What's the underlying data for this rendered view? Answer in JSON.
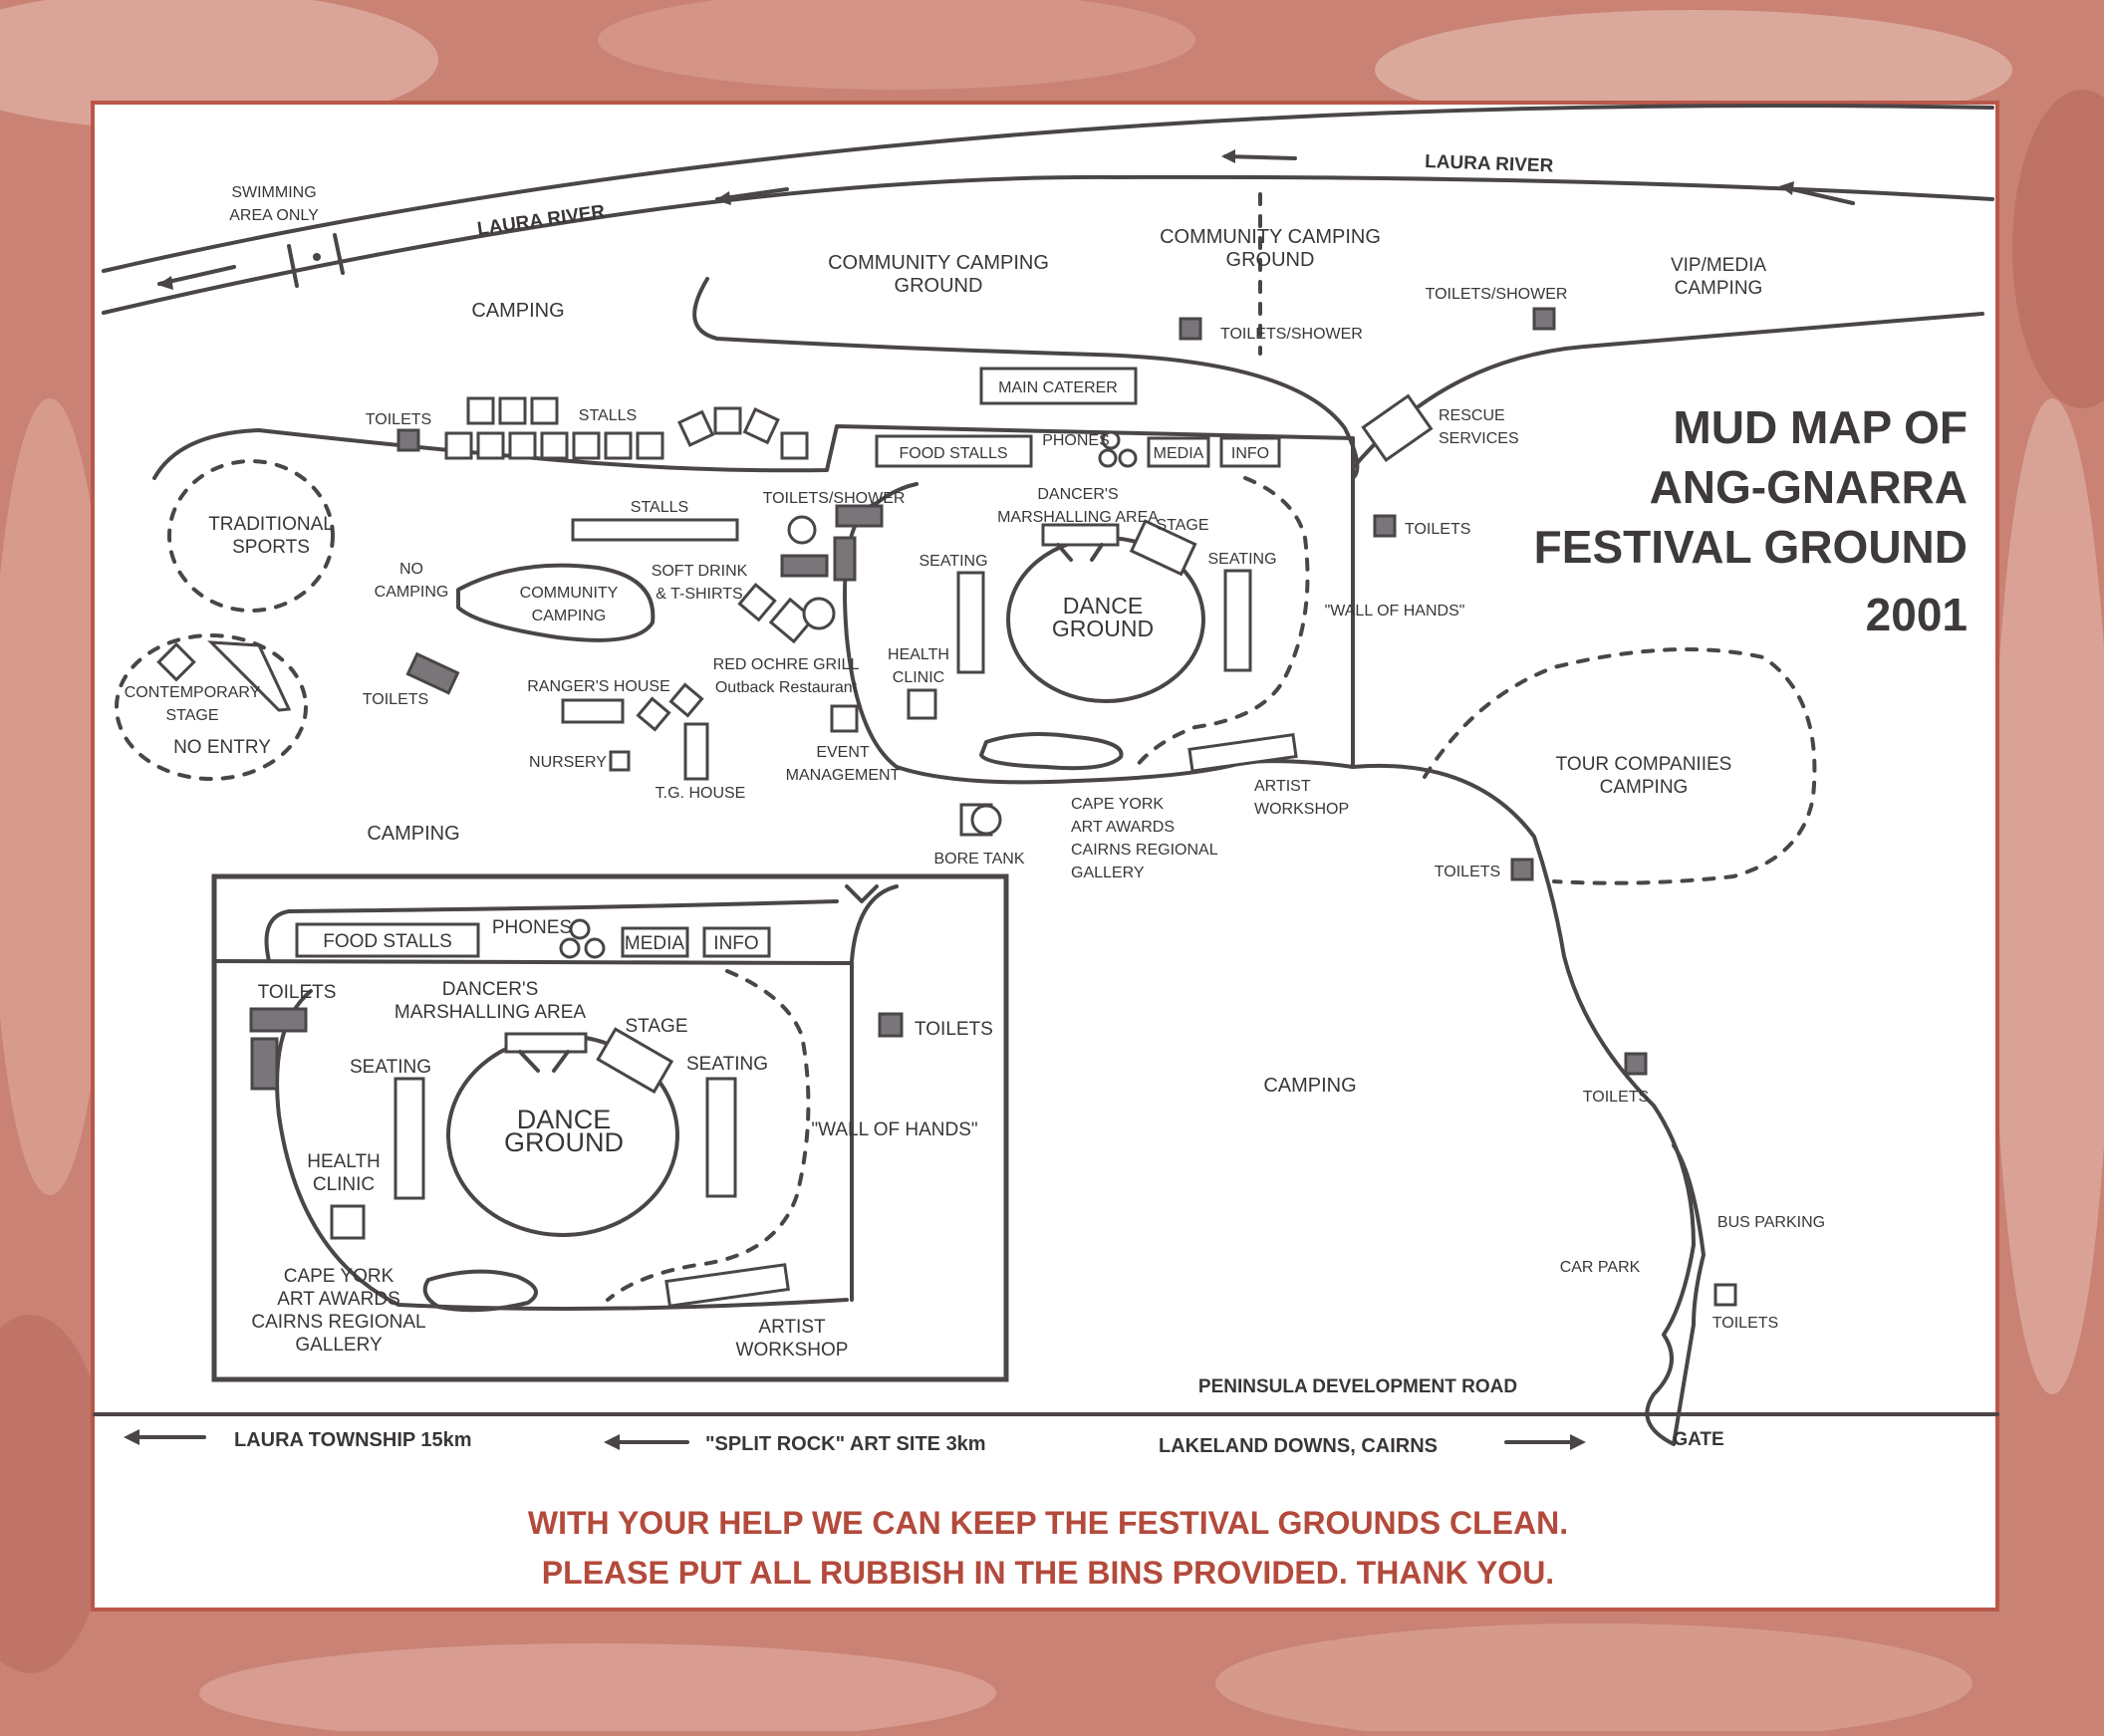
{
  "title": [
    "MUD MAP OF",
    "ANG-GNARRA",
    "FESTIVAL GROUND",
    "2001"
  ],
  "colors": {
    "background": "#c98274",
    "ink": "#4a4548",
    "message": "#b34a3c",
    "paper": "#ffffff"
  },
  "river": {
    "left": "LAURA RIVER",
    "right": "LAURA RIVER"
  },
  "areas": {
    "swimming": [
      "SWIMMING",
      "AREA ONLY"
    ],
    "camping_nw": "CAMPING",
    "community_camping_1": [
      "COMMUNITY CAMPING",
      "GROUND"
    ],
    "community_camping_2": [
      "COMMUNITY CAMPING",
      "GROUND"
    ],
    "vip_media": [
      "VIP/MEDIA",
      "CAMPING"
    ],
    "toilets_shower_top": "TOILETS/SHOWER",
    "toilets_shower_right": "TOILETS/SHOWER",
    "main_caterer": "MAIN CATERER",
    "rescue": [
      "RESCUE",
      "SERVICES"
    ],
    "toilets_w": "TOILETS",
    "stalls_top": "STALLS",
    "food_stalls": "FOOD STALLS",
    "phones": "PHONES",
    "media": "MEDIA",
    "info": "INFO",
    "traditional_sports": [
      "TRADITIONAL",
      "SPORTS"
    ],
    "stalls_mid": "STALLS",
    "toilets_shower_mid": "TOILETS/SHOWER",
    "dancers_marshalling": [
      "DANCER'S",
      "MARSHALLING AREA"
    ],
    "stage": "STAGE",
    "seating_left": "SEATING",
    "seating_right": "SEATING",
    "toilets_e": "TOILETS",
    "no_camping": [
      "NO",
      "CAMPING"
    ],
    "community_camping_3": [
      "COMMUNITY",
      "CAMPING"
    ],
    "soft_drink": [
      "SOFT DRINK",
      "& T-SHIRTS"
    ],
    "dance_ground": [
      "DANCE",
      "GROUND"
    ],
    "wall_of_hands": "\"WALL OF HANDS\"",
    "contemporary_stage": [
      "CONTEMPORARY",
      "STAGE"
    ],
    "no_entry": "NO ENTRY",
    "toilets_sw": "TOILETS",
    "red_ochre": [
      "RED OCHRE GRILL",
      "Outback Restaurant"
    ],
    "health_clinic": [
      "HEALTH",
      "CLINIC"
    ],
    "rangers_house": "RANGER'S HOUSE",
    "nursery": "NURSERY",
    "tg_house": "T.G. HOUSE",
    "event_management": [
      "EVENT",
      "MANAGEMENT"
    ],
    "cape_york": [
      "CAPE YORK",
      "ART AWARDS",
      "CAIRNS REGIONAL",
      "GALLERY"
    ],
    "artist_workshop": [
      "ARTIST",
      "WORKSHOP"
    ],
    "tour_companies": [
      "TOUR COMPANIIES",
      "CAMPING"
    ],
    "camping_sw": "CAMPING",
    "bore_tank": "BORE TANK",
    "toilets_tour": "TOILETS",
    "camping_center": "CAMPING",
    "toilets_road": "TOILETS",
    "bus_parking": "BUS PARKING",
    "car_park": "CAR PARK",
    "toilets_gate": "TOILETS",
    "pdr": "PENINSULA DEVELOPMENT ROAD",
    "gate": "GATE"
  },
  "inset": {
    "food_stalls": "FOOD STALLS",
    "phones": "PHONES",
    "media": "MEDIA",
    "info": "INFO",
    "toilets_in": "TOILETS",
    "toilets_out": "TOILETS",
    "dancers_marshalling": [
      "DANCER'S",
      "MARSHALLING AREA"
    ],
    "stage": "STAGE",
    "seating_left": "SEATING",
    "seating_right": "SEATING",
    "dance_ground": [
      "DANCE",
      "GROUND"
    ],
    "wall_of_hands": "\"WALL OF HANDS\"",
    "health_clinic": [
      "HEALTH",
      "CLINIC"
    ],
    "cape_york": [
      "CAPE YORK",
      "ART AWARDS",
      "CAIRNS REGIONAL",
      "GALLERY"
    ],
    "artist_workshop": [
      "ARTIST",
      "WORKSHOP"
    ]
  },
  "directions": {
    "laura": "LAURA TOWNSHIP 15km",
    "split_rock": "\"SPLIT ROCK\" ART SITE 3km",
    "lakeland": "LAKELAND DOWNS, CAIRNS"
  },
  "message": [
    "WITH YOUR HELP WE CAN KEEP THE FESTIVAL GROUNDS CLEAN.",
    "PLEASE PUT ALL RUBBISH IN THE BINS PROVIDED.  THANK YOU."
  ]
}
